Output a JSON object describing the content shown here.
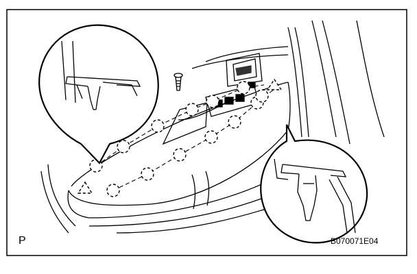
{
  "diagram": {
    "corner_label": "P",
    "figure_code": "B070071E04",
    "colors": {
      "line": "#000000",
      "background": "#ffffff"
    },
    "icons": {
      "screw": "screw-icon",
      "clip_marker": "dashed-circle-marker",
      "claw_marker": "dashed-triangle-marker"
    }
  }
}
